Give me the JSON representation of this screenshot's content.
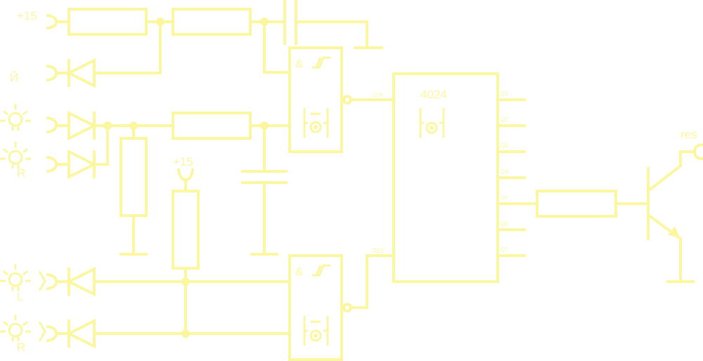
{
  "labels": {
    "vplus_top": "+15",
    "vplus_mid": "+15",
    "cyrillic_i": "Й",
    "chip_name": "4024",
    "res": "res",
    "lamp_r1": "R",
    "lamp_l": "L",
    "lamp_r2": "R",
    "and1": "&",
    "and2": "&"
  },
  "chip_pins": {
    "clk_in": "CLK",
    "reset_in": "RES",
    "outputs": [
      "Q1",
      "Q2",
      "Q3",
      "Q4",
      "Q5",
      "Q6",
      "Q7"
    ]
  },
  "colors": {
    "wire": "#fbf7a0",
    "background": "#ffffff"
  }
}
